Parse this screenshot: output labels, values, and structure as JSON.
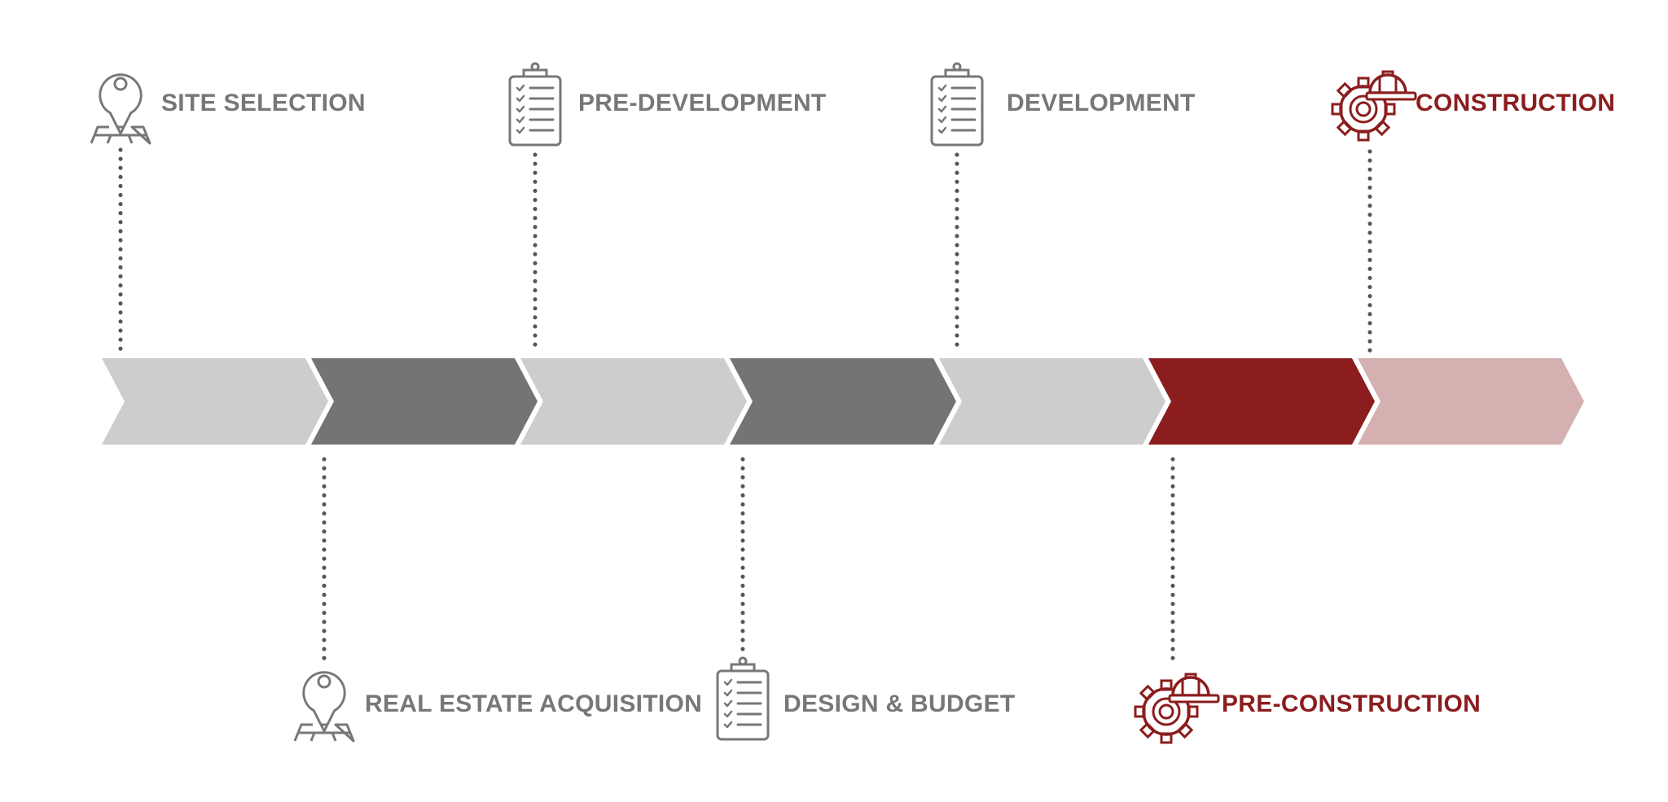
{
  "colors": {
    "light_gray": "#cdcdcd",
    "dark_gray": "#747474",
    "crimson": "#8b1d1e",
    "pink": "#d4b0b0",
    "text_gray": "#777777",
    "text_red": "#8b1d1e",
    "dots": "#555555"
  },
  "chevrons": [
    {
      "color": "light_gray"
    },
    {
      "color": "dark_gray"
    },
    {
      "color": "light_gray"
    },
    {
      "color": "dark_gray"
    },
    {
      "color": "light_gray"
    },
    {
      "color": "crimson"
    },
    {
      "color": "pink"
    }
  ],
  "milestones": [
    {
      "label": "SITE SELECTION",
      "icon": "map-pin-icon",
      "position": "top",
      "highlight": false
    },
    {
      "label": "REAL ESTATE ACQUISITION",
      "icon": "map-pin-icon",
      "position": "bottom",
      "highlight": false
    },
    {
      "label": "PRE-DEVELOPMENT",
      "icon": "clipboard-checklist-icon",
      "position": "top",
      "highlight": false
    },
    {
      "label": "DESIGN & BUDGET",
      "icon": "clipboard-checklist-icon",
      "position": "bottom",
      "highlight": false
    },
    {
      "label": "DEVELOPMENT",
      "icon": "clipboard-checklist-icon",
      "position": "top",
      "highlight": false
    },
    {
      "label": "PRE-CONSTRUCTION",
      "icon": "gear-hardhat-icon",
      "position": "bottom",
      "highlight": true
    },
    {
      "label": "CONSTRUCTION",
      "icon": "gear-hardhat-icon",
      "position": "top",
      "highlight": true
    }
  ]
}
